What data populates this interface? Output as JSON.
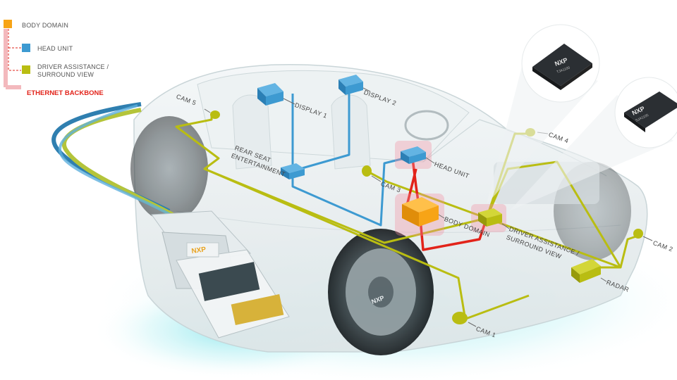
{
  "legend": {
    "body_domain": "BODY DOMAIN",
    "head_unit": "HEAD UNIT",
    "driver_assist_1": "DRIVER ASSISTANCE /",
    "driver_assist_2": "SURROUND VIEW",
    "ethernet_backbone": "ETHERNET BACKBONE"
  },
  "labels": {
    "cam1": "CAM 1",
    "cam2": "CAM 2",
    "cam3": "CAM 3",
    "cam4": "CAM 4",
    "cam5": "CAM 5",
    "display1": "DISPLAY 1",
    "display2": "DISPLAY 2",
    "rear_seat_1": "REAR SEAT",
    "rear_seat_2": "ENTERTAINMENT",
    "head_unit": "HEAD UNIT",
    "body_domain": "BODY DOMAIN",
    "driver_assist_1": "DRIVER ASSISTANCE /",
    "driver_assist_2": "SURROUND VIEW",
    "radar": "RADAR"
  },
  "logos": {
    "chip1_brand": "NXP",
    "chip1_part": "TJA1100",
    "chip2_brand": "NXP",
    "chip2_part": "SJA1105",
    "connector_brand": "NXP",
    "wheel_brand": "NXP"
  },
  "colors": {
    "body_domain": "#f7a416",
    "head_unit": "#3d9ad1",
    "driver_assist": "#b9bd12",
    "ethernet_backbone": "#e2231a"
  }
}
